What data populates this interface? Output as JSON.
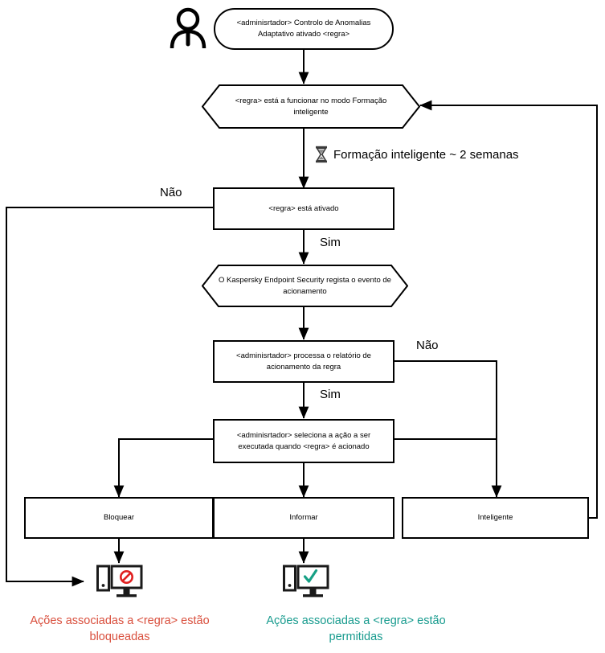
{
  "diagram": {
    "title": "Adaptive Anomaly Control rule lifecycle flowchart",
    "language": "pt-PT",
    "colors": {
      "stroke": "#000000",
      "blocked_text": "#d94f3d",
      "allowed_text": "#179b8e",
      "blocked_symbol": "#e02020",
      "allowed_symbol": "#16a085"
    }
  },
  "actor": {
    "icon": "person-icon",
    "label": ""
  },
  "nodes": {
    "start": {
      "shape": "rounded",
      "text": "<adminisrtador> Controlo de Anomalias Adaptativo ativado <regra>"
    },
    "training_mode": {
      "shape": "hexagon",
      "text": "<regra> está a funcionar no modo Formação inteligente"
    },
    "rule_enabled": {
      "shape": "rect",
      "text": "<regra> está ativado"
    },
    "kes_logs_event": {
      "shape": "hexagon",
      "text": "O Kaspersky Endpoint Security regista o evento de acionamento"
    },
    "admin_processes_report": {
      "shape": "rect",
      "text": "<adminisrtador> processa o relatório de acionamento da regra"
    },
    "admin_selects_action": {
      "shape": "rect",
      "text": "<adminisrtador> seleciona a ação a ser executada quando <regra> é acionado"
    },
    "action_block": {
      "shape": "rect",
      "text": "Bloquear"
    },
    "action_inform": {
      "shape": "rect",
      "text": "Informar"
    },
    "action_smart": {
      "shape": "rect",
      "text": "Inteligente"
    }
  },
  "timer": {
    "icon": "hourglass-icon",
    "text": "Formação inteligente ~ 2 semanas"
  },
  "edge_labels": {
    "rule_enabled_no": "Não",
    "rule_enabled_yes": "Sim",
    "report_no": "Não",
    "report_yes": "Sim"
  },
  "outcomes": {
    "blocked": {
      "icon": "computer-blocked-icon",
      "symbol": "prohibition-sign",
      "caption": "Ações associadas a <regra> estão bloqueadas"
    },
    "allowed": {
      "icon": "computer-allowed-icon",
      "symbol": "check-mark",
      "caption": "Ações associadas a <regra> estão permitidas"
    }
  }
}
